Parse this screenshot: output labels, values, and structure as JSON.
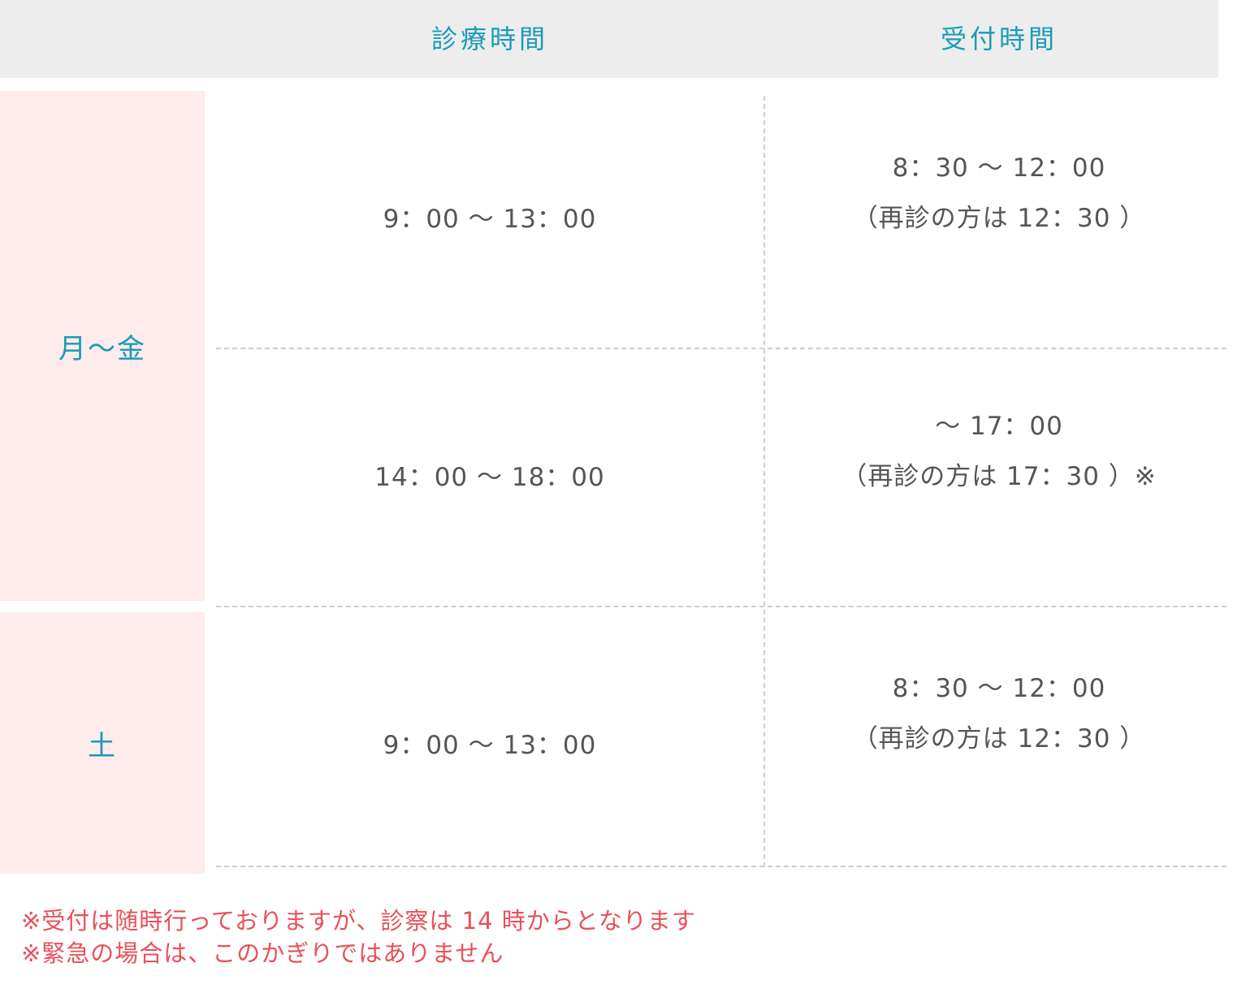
{
  "header": {
    "treatment_label": "診療時間",
    "reception_label": "受付時間"
  },
  "rows": [
    {
      "day": "月～金",
      "slots": [
        {
          "treatment": "9：00 ～ 13：00",
          "reception_time": "8：30 ～ 12：00",
          "reception_note": "（再診の方は 12：30 ）"
        },
        {
          "treatment": "14：00 ～ 18：00",
          "reception_time": "～ 17：00",
          "reception_note": "（再診の方は 17：30 ）※"
        }
      ]
    },
    {
      "day": "土",
      "slots": [
        {
          "treatment": "9：00 ～ 13：00",
          "reception_time": "8：30 ～ 12：00",
          "reception_note": "（再診の方は 12：30 ）"
        }
      ]
    }
  ],
  "notes": [
    "※受付は随時行っておりますが、診察は 14 時からとなります",
    "※緊急の場合は、このかぎりではありません"
  ],
  "colors": {
    "accent": "#1a9bb8",
    "day_background": "#fdeceb",
    "header_background": "#ededed",
    "note_text": "#e8505b",
    "body_text": "#555555"
  }
}
